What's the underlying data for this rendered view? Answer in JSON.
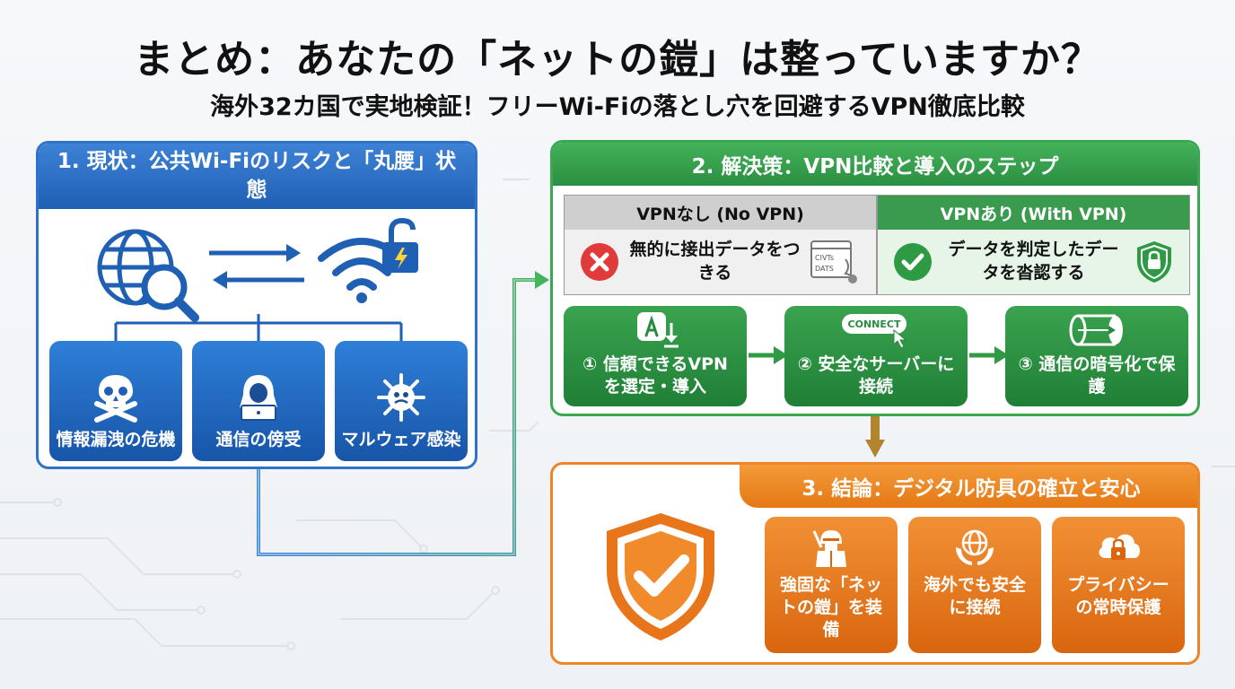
{
  "header": {
    "title": "まとめ：あなたの「ネットの鎧」は整っていますか？",
    "subtitle": "海外32カ国で実地検証！フリーWi-Fiの落とし穴を回避するVPN徹底比較"
  },
  "panel1": {
    "title": "1. 現状：公共Wi-Fiのリスクと「丸腰」状態",
    "risks": [
      {
        "label": "情報漏洩の危機",
        "icon": "skull-crossbones-icon"
      },
      {
        "label": "通信の傍受",
        "icon": "hacker-icon"
      },
      {
        "label": "マルウェア感染",
        "icon": "virus-icon"
      }
    ]
  },
  "panel2": {
    "title": "2. 解決策：VPN比較と導入のステップ",
    "no_vpn": {
      "header": "VPNなし (No VPN)",
      "text": "無的に接出データをつきる",
      "icon_text_1": "CIVTs",
      "icon_text_2": "DATS"
    },
    "with_vpn": {
      "header": "VPNあり (With VPN)",
      "text": "データを判定したデータを沓認する"
    },
    "steps": [
      {
        "label": "① 信頼できるVPNを選定・導入",
        "icon": "app-store-download-icon"
      },
      {
        "label": "② 安全なサーバーに接続",
        "icon": "connect-button-icon",
        "icon_text": "CONNECT"
      },
      {
        "label": "③ 通信の暗号化で保護",
        "icon": "encrypted-tunnel-icon"
      }
    ]
  },
  "panel3": {
    "title": "3. 結論：デジタル防具の確立と安心",
    "results": [
      {
        "label": "強固な「ネットの鎧」を装備",
        "icon": "knight-armor-icon"
      },
      {
        "label": "海外でも安全に接続",
        "icon": "globe-hands-icon"
      },
      {
        "label": "プライバシーの常時保護",
        "icon": "cloud-lock-icon"
      }
    ]
  },
  "colors": {
    "blue": "#2f73c9",
    "green": "#3aa84f",
    "orange": "#ee8424",
    "red": "#e03a3a"
  }
}
